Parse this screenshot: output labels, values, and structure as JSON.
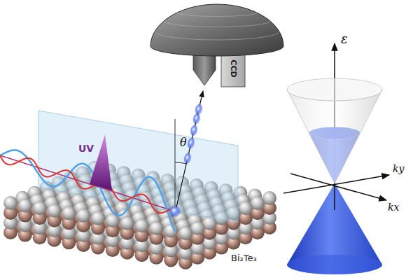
{
  "diagram": {
    "labels": [
      "CCD",
      "UV",
      "θ",
      "Bi₂Te₃",
      "ε",
      "ky",
      "kx"
    ]
  }
}
